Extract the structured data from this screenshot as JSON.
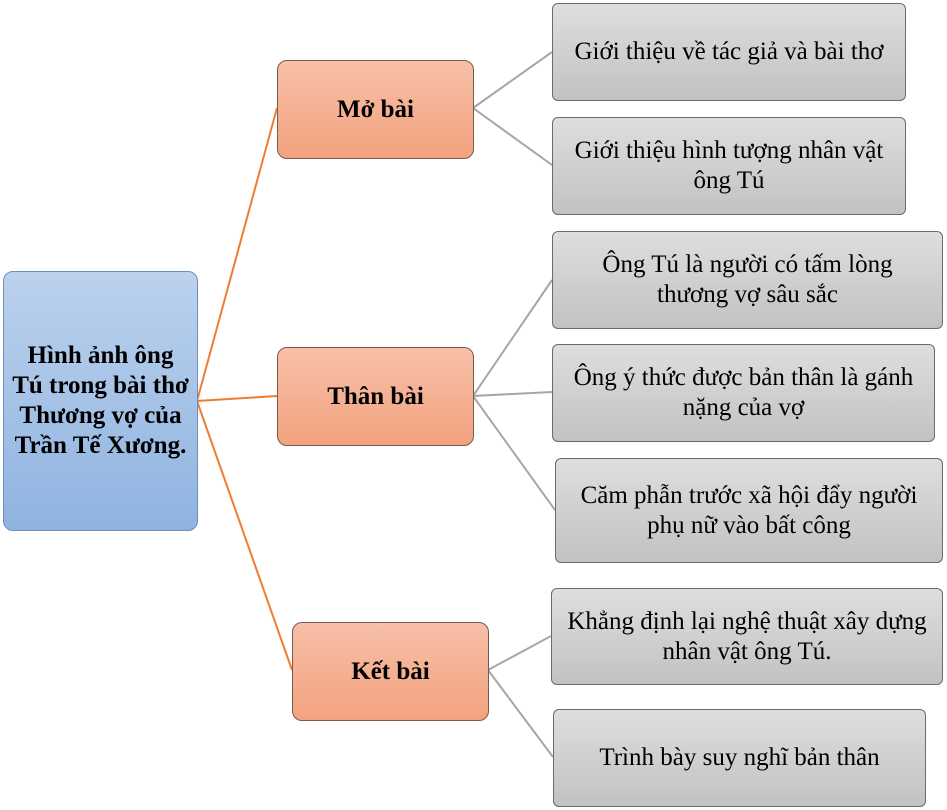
{
  "root": {
    "label": "Hình ảnh ông Tú trong bài thơ Thương vợ của Trần Tế Xương."
  },
  "sections": [
    {
      "label": "Mở bài",
      "items": [
        "Giới thiệu về tác giả và bài thơ",
        "Giới thiệu hình tượng nhân vật ông Tú"
      ]
    },
    {
      "label": "Thân bài",
      "items": [
        "Ông Tú là người có tấm lòng thương vợ sâu sắc",
        "Ông ý thức được bản thân là gánh nặng của vợ",
        "Căm phẫn trước xã hội đẩy người phụ nữ vào bất công"
      ]
    },
    {
      "label": "Kết bài",
      "items": [
        "Khẳng định lại nghệ thuật xây dựng nhân vật ông Tú.",
        "Trình bày suy nghĩ bản thân"
      ]
    }
  ],
  "colors": {
    "root": "#8fb3e0",
    "section": "#f3a27f",
    "leaf": "#c2c2c2",
    "root_connector": "#ed7d31",
    "leaf_connector": "#a6a6a6"
  }
}
